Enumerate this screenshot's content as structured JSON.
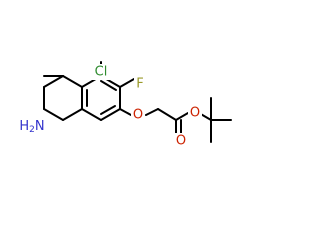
{
  "molecule": {
    "atoms": {
      "chlorine": {
        "symbol": "Cl",
        "color": "#2e8b2e"
      },
      "fluorine": {
        "symbol": "F",
        "color": "#9a9a2a"
      },
      "amine": {
        "symbol": "H2N",
        "color": "#3333cc"
      },
      "ether_oxygen": {
        "symbol": "O",
        "color": "#cc2200"
      },
      "carbonyl_oxygen": {
        "symbol": "O",
        "color": "#cc2200"
      },
      "ester_oxygen": {
        "symbol": "O",
        "color": "#cc2200"
      }
    }
  }
}
